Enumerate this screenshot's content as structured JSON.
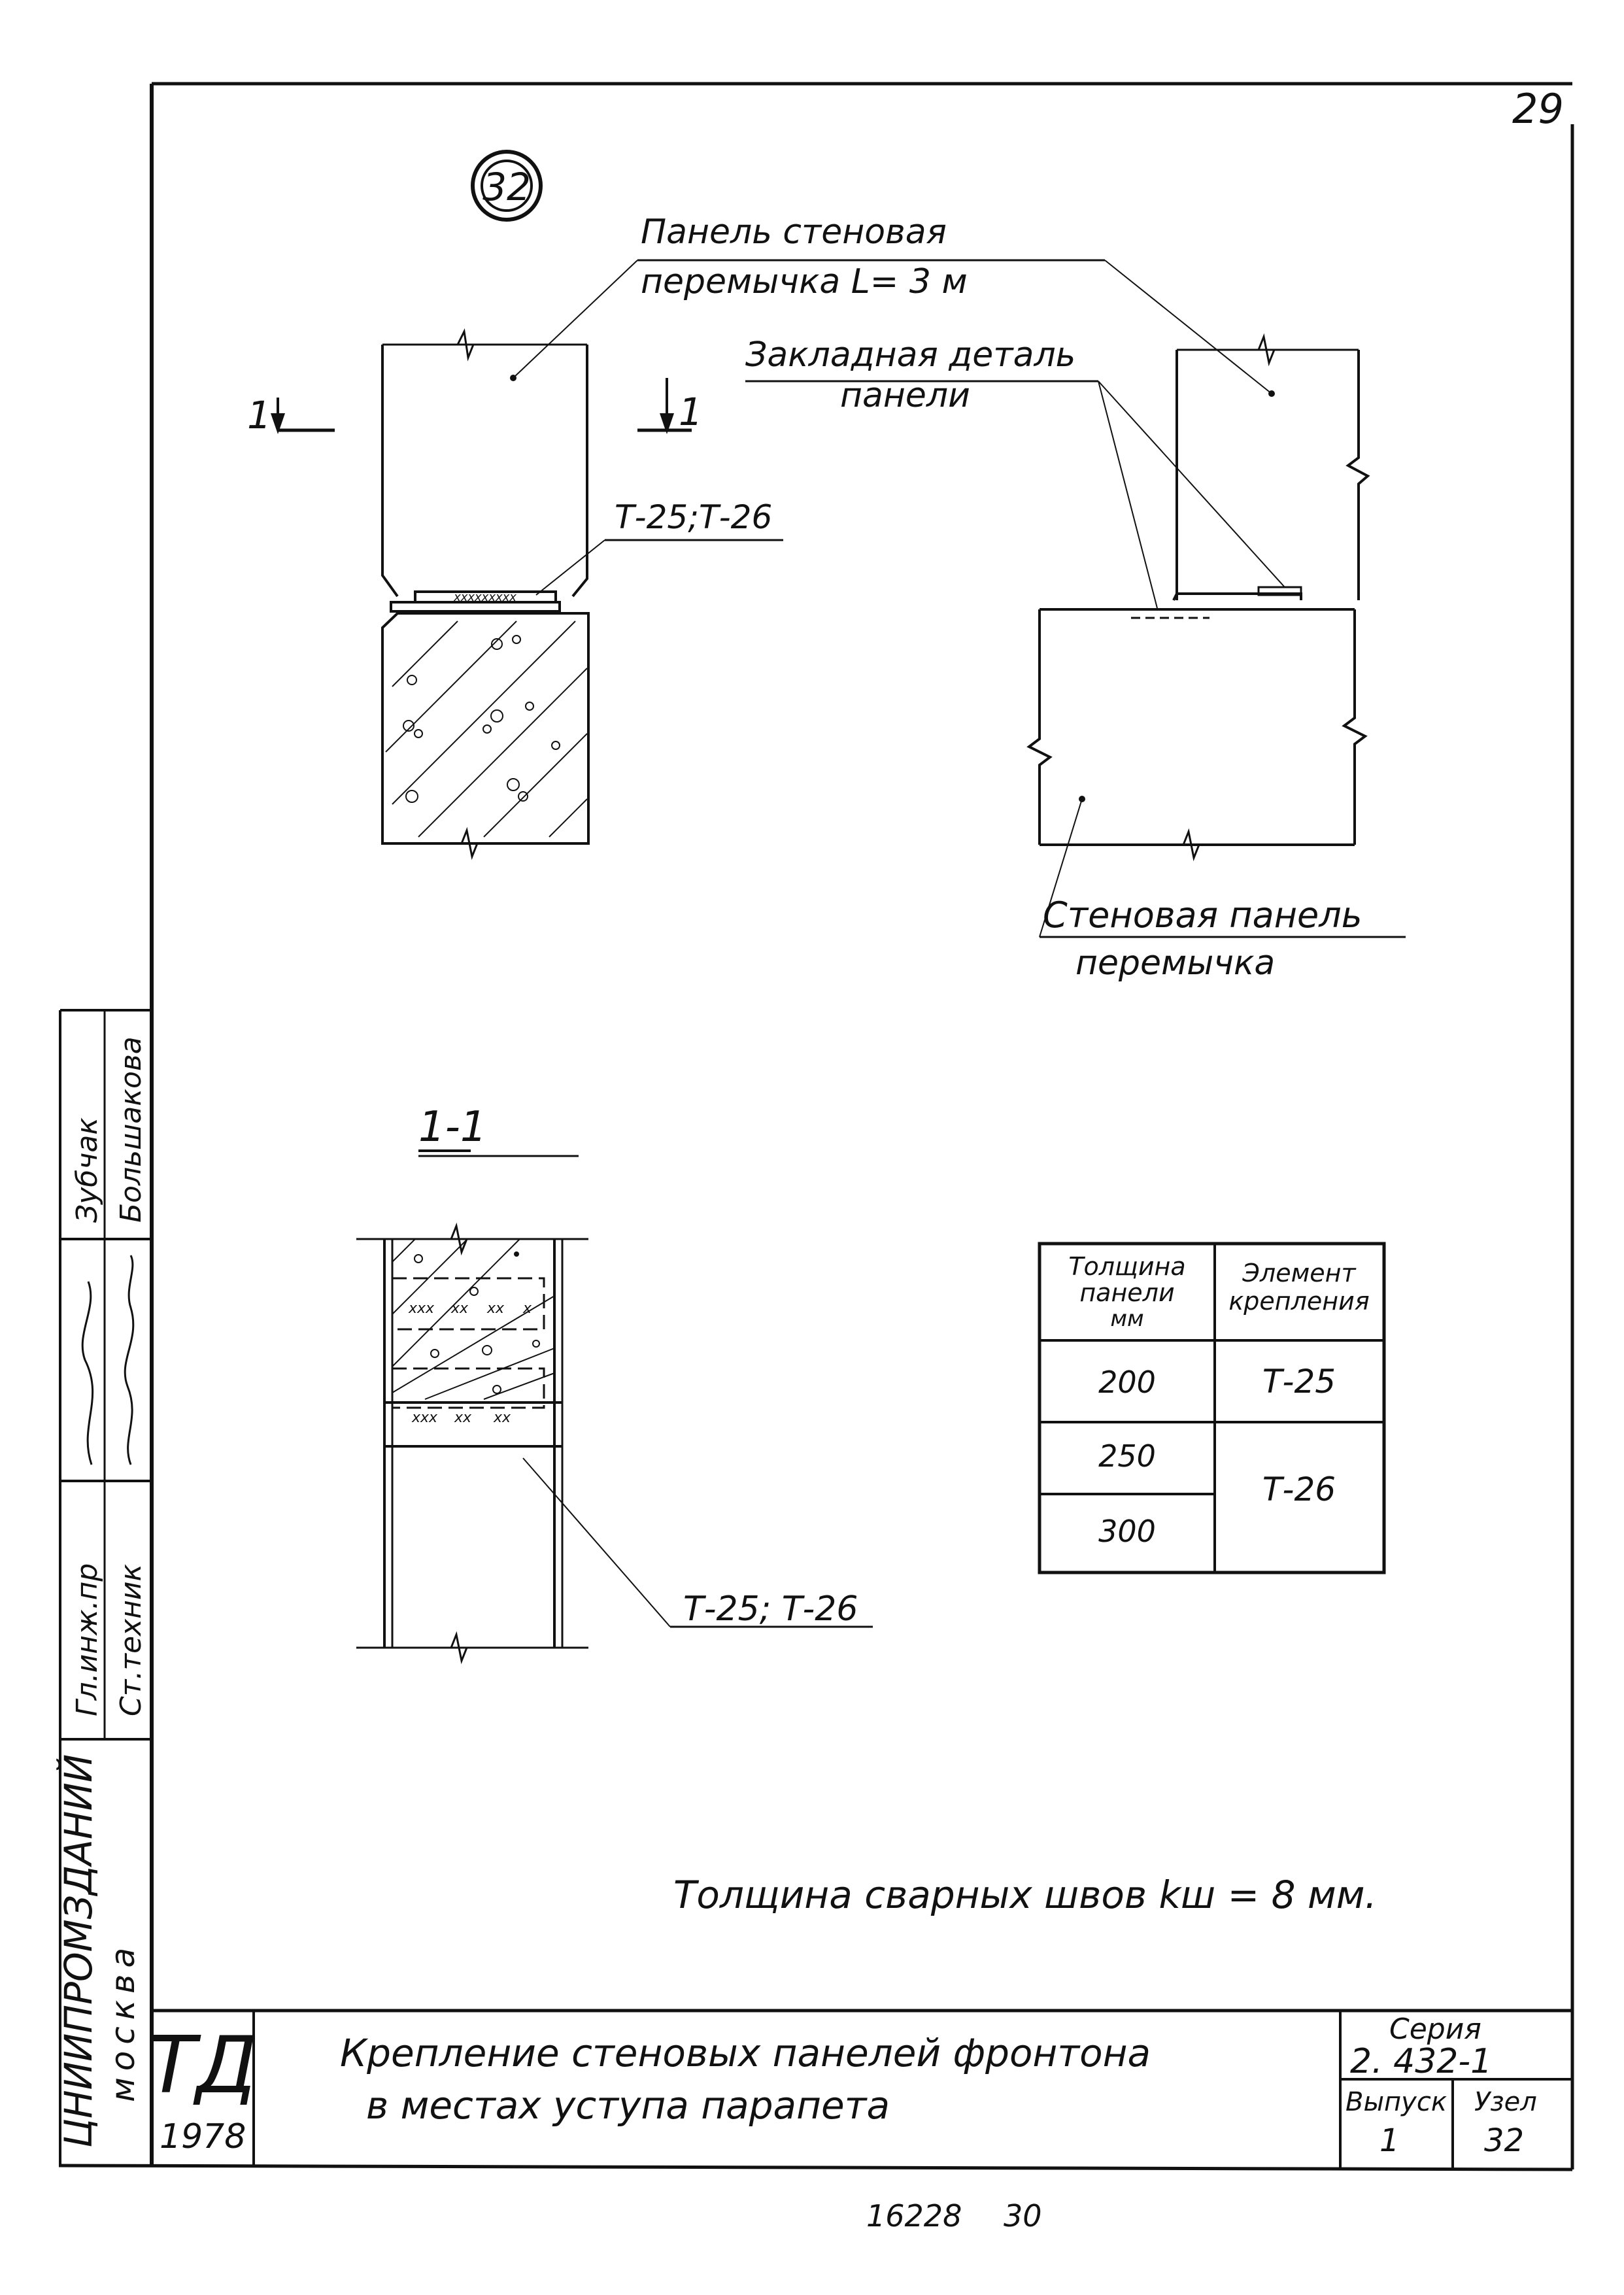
{
  "sheet": {
    "page_number": "29",
    "detail_number": "32",
    "bottom_code": "16228",
    "bottom_page": "30"
  },
  "labels": {
    "panel_line1": "Панель стеновая",
    "panel_line2": "перемычка L= 3 м",
    "embedded_line1": "Закладная деталь",
    "embedded_line2": "панели",
    "wall_panel_line1": "Стеновая панель",
    "wall_panel_line2": "перемычка",
    "callout_top": "Т-25;Т-26",
    "callout_section": "Т-25; Т-26",
    "cut_left": "1",
    "cut_right": "1",
    "section_title": "1-1",
    "weld_note": "Толщина сварных швов kш = 8 мм."
  },
  "table": {
    "header_left": [
      "Толщина",
      "панели",
      "мм"
    ],
    "header_right": [
      "Элемент",
      "крепления"
    ],
    "rows": [
      {
        "thickness": "200",
        "element": "Т-25"
      },
      {
        "thickness": "250",
        "element": "Т-26"
      },
      {
        "thickness": "300",
        "element": ""
      }
    ]
  },
  "side_stamp": {
    "col1_line1": "Гл.инж.пр",
    "col1_line2": "Ст.техник",
    "col2_line1": "Зубчак",
    "col2_line2": "Большакова",
    "institute_line1": "ЦНИИПРОМЗДАНИЙ",
    "institute_line2": "москва"
  },
  "title_block": {
    "logo": "ТД",
    "year": "1978",
    "title_line1": "Крепление стеновых панелей фронтона",
    "title_line2": "в местах уступа парапета",
    "series_label": "Серия",
    "series_value": "2. 432-1",
    "issue_label": "Выпуск",
    "issue_value": "1",
    "node_label": "Узел",
    "node_value": "32"
  }
}
